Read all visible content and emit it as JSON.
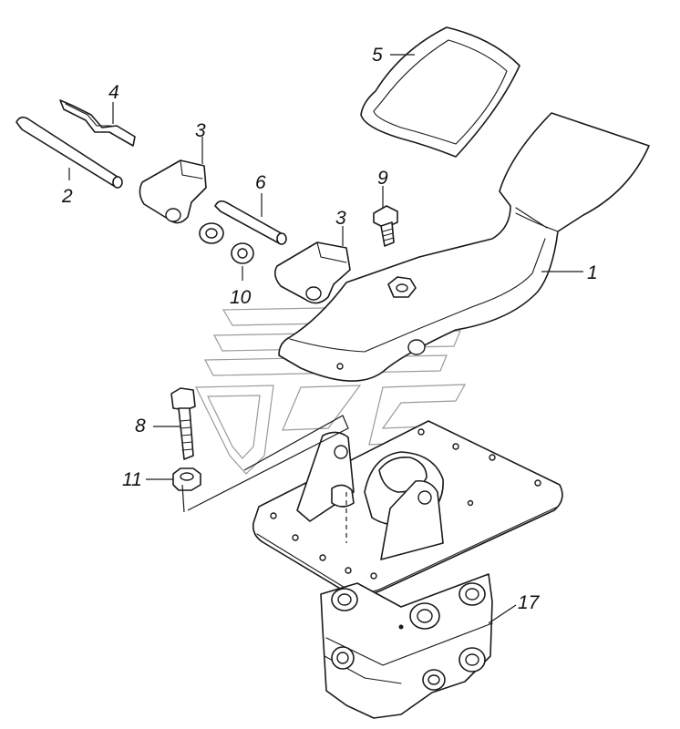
{
  "callouts": [
    {
      "id": "c1",
      "label": "1"
    },
    {
      "id": "c2",
      "label": "2"
    },
    {
      "id": "c3a",
      "label": "3"
    },
    {
      "id": "c3b",
      "label": "3"
    },
    {
      "id": "c4",
      "label": "4"
    },
    {
      "id": "c5",
      "label": "5"
    },
    {
      "id": "c6",
      "label": "6"
    },
    {
      "id": "c8",
      "label": "8"
    },
    {
      "id": "c9",
      "label": "9"
    },
    {
      "id": "c10",
      "label": "10"
    },
    {
      "id": "c11",
      "label": "11"
    },
    {
      "id": "c17",
      "label": "17"
    }
  ],
  "colors": {
    "line": "#1a1a1a",
    "watermark": "#9a9a9a",
    "background": "#ffffff"
  }
}
